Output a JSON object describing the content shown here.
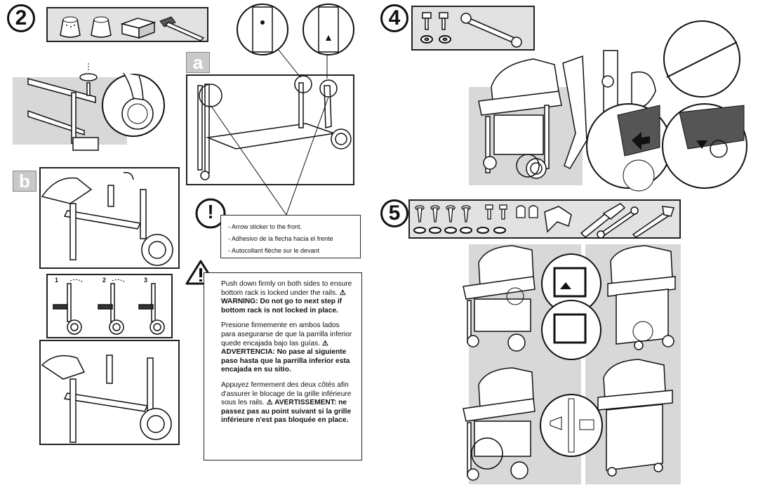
{
  "steps": {
    "step2": "2",
    "step4": "4",
    "step5": "5"
  },
  "panels": {
    "a": "a",
    "b": "b"
  },
  "substeps": [
    "1",
    "2",
    "3"
  ],
  "note": {
    "icon": "!",
    "lines": [
      "- Arrow sticker to the front.",
      "- Adhesivo de la flecha hacia el frente",
      "- Autocollant flèche sur le devant"
    ]
  },
  "warning": {
    "en_intro": "Push down firmly on both sides to ensure bottom rack is locked under the rails.",
    "en_bold": "⚠ WARNING: Do not go to next step if bottom rack is not locked in place.",
    "es_intro": "Presione firmemente en ambos lados para asegurarse de que la parrilla inferior quede encajada bajo las guías.",
    "es_bold": "⚠ ADVERTENCIA: No pase al siguiente paso hasta que la parrilla inferior esta encajada en su sitio.",
    "fr_intro": "Appuyez fermement des deux côtés afin d'assurer le blocage de la grille inférieure sous les rails.",
    "fr_bold": "⚠ AVERTISSEMENT: ne passez pas au point suivant si la grille inférieure n'est pas bloquée en place."
  },
  "icons": [
    "caster-cap-icon",
    "lumber-block-icon",
    "hammer-icon",
    "bolt-icon",
    "washer-icon",
    "wrench-icon",
    "screwdriver-icon",
    "adjustable-wrench-icon",
    "warning-triangle-icon"
  ]
}
